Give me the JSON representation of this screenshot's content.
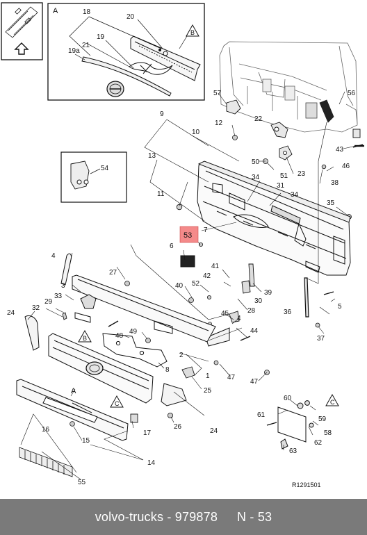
{
  "diagram": {
    "callouts": {
      "c1": "1",
      "c2": "2",
      "c3": "3",
      "c4a": "4",
      "c4b": "4",
      "c5": "5",
      "c6": "6",
      "c7": "7",
      "c8": "8",
      "c9": "9",
      "c10": "10",
      "c11": "11",
      "c12": "12",
      "c13": "13",
      "c14": "14",
      "c15": "15",
      "c16": "16",
      "c17": "17",
      "c18": "18",
      "c19": "19",
      "c19a": "19a",
      "c20": "20",
      "c21": "21",
      "c22": "22",
      "c23": "23",
      "c24a": "24",
      "c24b": "24",
      "c25": "25",
      "c26": "26",
      "c27": "27",
      "c28": "28",
      "c29": "29",
      "c30": "30",
      "c31": "31",
      "c32": "32",
      "c33": "33",
      "c34a": "34",
      "c34b": "34",
      "c35": "35",
      "c36": "36",
      "c37": "37",
      "c38": "38",
      "c39": "39",
      "c40": "40",
      "c41": "41",
      "c42": "42",
      "c43": "43",
      "c44": "44",
      "c45": "45",
      "c46": "46",
      "c47a": "47",
      "c47b": "47",
      "c48": "48",
      "c49": "49",
      "c50": "50",
      "c51": "51",
      "c52": "52",
      "c53": "53",
      "c54": "54",
      "c55": "55",
      "c56": "56",
      "c57": "57",
      "c58": "58",
      "c59": "59",
      "c60": "60",
      "c61": "61",
      "c62": "62",
      "c63": "63"
    },
    "letters": {
      "inset_a_label": "A",
      "inset_a_b": "B",
      "marker_a_bottom": "A",
      "marker_b": "B",
      "marker_c1": "C",
      "marker_c2": "C"
    },
    "highlight_color": "#f48a8a",
    "reference": "R1291501"
  },
  "footer": {
    "brand": "volvo-trucks",
    "separator": "-",
    "part_number": "979878",
    "page_label": "N - 53"
  }
}
